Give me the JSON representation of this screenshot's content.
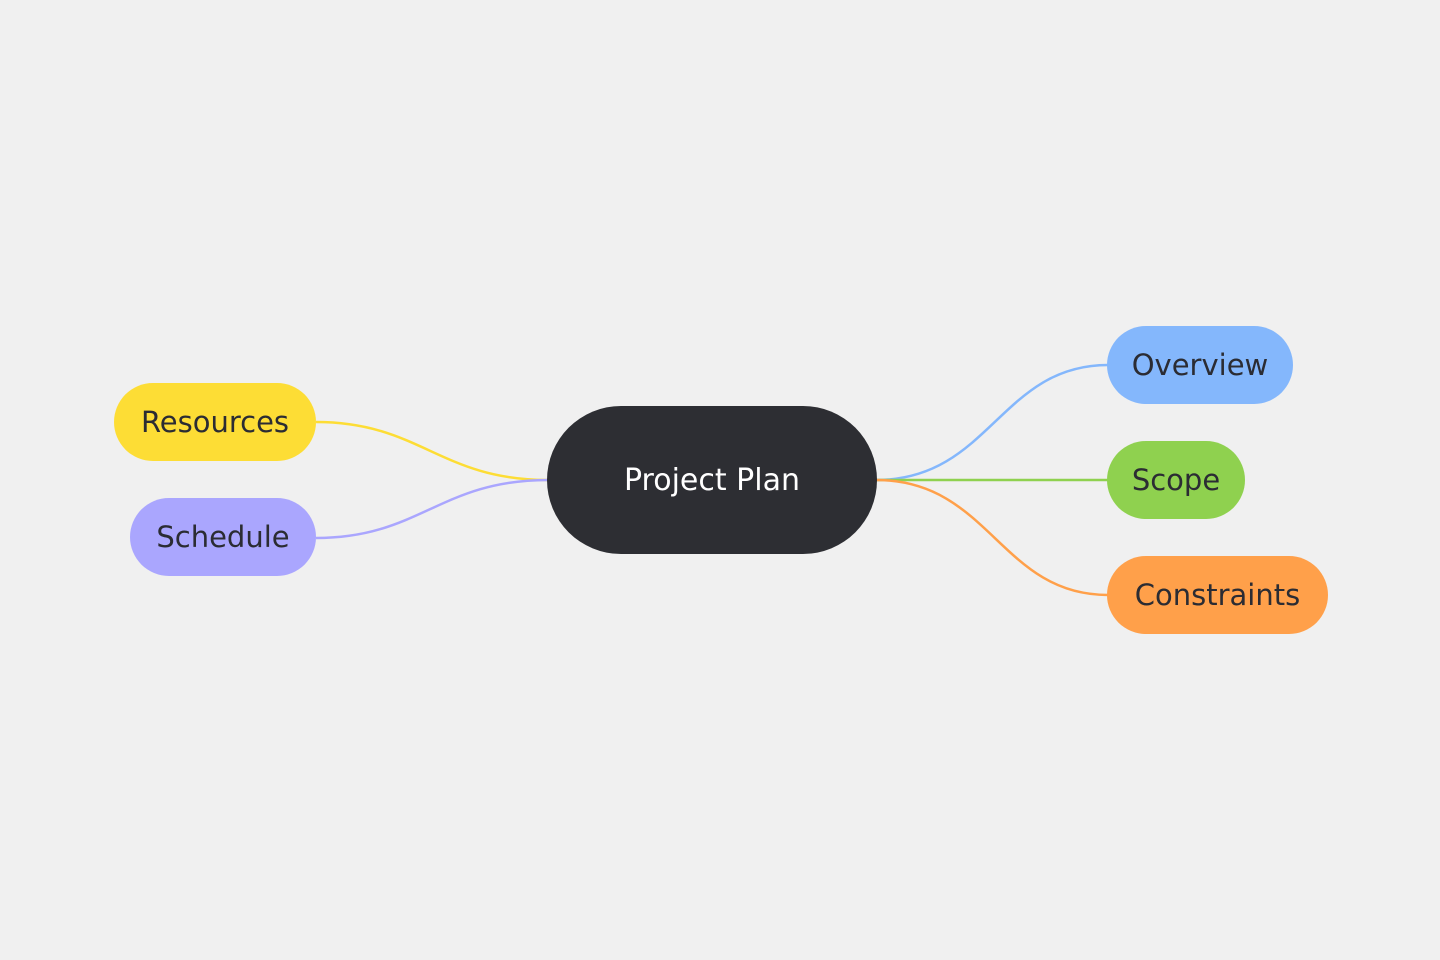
{
  "mindmap": {
    "root": {
      "label": "Project Plan",
      "color": "#2d2e33"
    },
    "left_branches": [
      {
        "label": "Resources",
        "color": "#fddd35"
      },
      {
        "label": "Schedule",
        "color": "#aaa6fe"
      }
    ],
    "right_branches": [
      {
        "label": "Overview",
        "color": "#84b7fc"
      },
      {
        "label": "Scope",
        "color": "#8fd14f"
      },
      {
        "label": "Constraints",
        "color": "#ffa04a"
      }
    ]
  },
  "canvas": {
    "background": "#f0f0f0"
  }
}
